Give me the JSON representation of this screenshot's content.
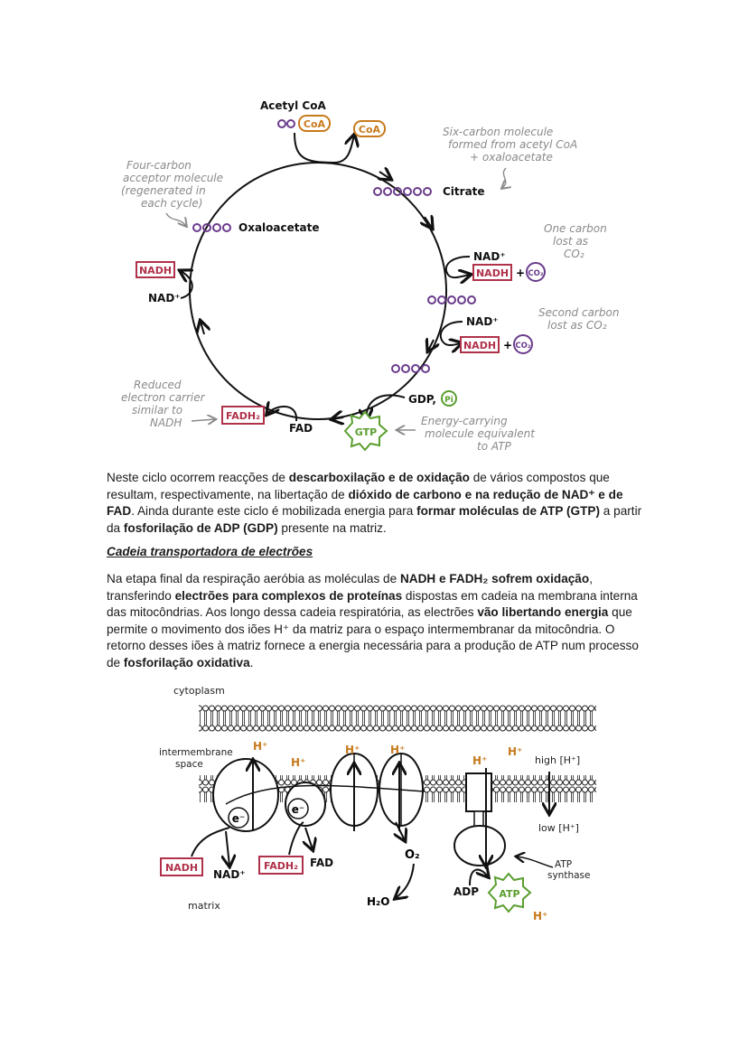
{
  "krebs": {
    "acetyl_coa": "Acetyl CoA",
    "coa_left": "CoA",
    "coa_right": "CoA",
    "six_carbon_note": [
      "Six-carbon molecule",
      "formed from acetyl CoA",
      "+ oxaloacetate"
    ],
    "four_carbon_note": [
      "Four-carbon",
      "acceptor molecule",
      "(regenerated in",
      "each cycle)"
    ],
    "citrate": "Citrate",
    "oxaloacetate": "Oxaloacetate",
    "nad_plus_1": "NAD⁺",
    "nadh_1": "NADH",
    "co2_1": "CO₂",
    "one_carbon_note": [
      "One carbon",
      "lost as",
      "CO₂"
    ],
    "nad_plus_2": "NAD⁺",
    "nadh_2": "NADH",
    "co2_2": "CO₂",
    "second_carbon_note": [
      "Second carbon",
      "lost as CO₂"
    ],
    "nadh_left": "NADH",
    "nad_plus_left": "NAD⁺",
    "gdp": "GDP,",
    "pi": "Pi",
    "gtp": "GTP",
    "energy_note": [
      "Energy-carrying",
      "molecule equivalent",
      "to ATP"
    ],
    "fad": "FAD",
    "fadh2": "FADH₂",
    "reduced_note": [
      "Reduced",
      "electron carrier",
      "similar to",
      "NADH"
    ]
  },
  "text": {
    "p1_a": "Neste ciclo ocorrem reacções de ",
    "p1_b": "descarboxilação e de oxidação",
    "p1_c": " de vários compostos que resultam, respectivamente, na libertação de ",
    "p1_d": "dióxido de carbono e na redução de NAD⁺ e de FAD",
    "p1_e": ". Ainda durante este ciclo é mobilizada energia para ",
    "p1_f": "formar moléculas de ATP (GTP)",
    "p1_g": " a partir da ",
    "p1_h": "fosforilação de ADP (GDP)",
    "p1_i": " presente na matriz.",
    "section_title": "Cadeia transportadora de electrões",
    "p2_a": "Na etapa final da respiração aeróbia as moléculas de ",
    "p2_b": "NADH e FADH₂ sofrem oxidação",
    "p2_c": ", transferindo ",
    "p2_d": "electrões para complexos de proteínas",
    "p2_e": " dispostas em cadeia na membrana interna das mitocôndrias. Aos longo dessa cadeia respiratória, as electrões ",
    "p2_f": "vão libertando energia",
    "p2_g": " que permite o movimento dos iões H⁺ da matriz para o espaço intermembranar da mitocôndria. O retorno desses iões à matriz fornece a energia necessária para a produção de ATP num processo de ",
    "p2_h": "fosforilação oxidativa",
    "p2_i": "."
  },
  "etc": {
    "cytoplasm": "cytoplasm",
    "intermembrane": [
      "intermembrane",
      "space"
    ],
    "h1": "H⁺",
    "h2": "H⁺",
    "h3": "H⁺",
    "h4": "H⁺",
    "h5": "H⁺",
    "h6": "H⁺",
    "h7": "H⁺",
    "high": "high [H⁺]",
    "low": "low [H⁺]",
    "e1": "e⁻",
    "e2": "e⁻",
    "nadh": "NADH",
    "nad_plus": "NAD⁺",
    "fadh2": "FADH₂",
    "fad": "FAD",
    "o2": "O₂",
    "h2o": "H₂O",
    "adp": "ADP",
    "atp": "ATP",
    "atp_synthase": [
      "ATP",
      "synthase"
    ],
    "matrix": "matrix"
  },
  "colors": {
    "purple": "#6a3b8c",
    "red": "#b0314a",
    "green": "#5a9e2f",
    "orange": "#c77a1d",
    "gray_note": "#8a8a8a"
  }
}
